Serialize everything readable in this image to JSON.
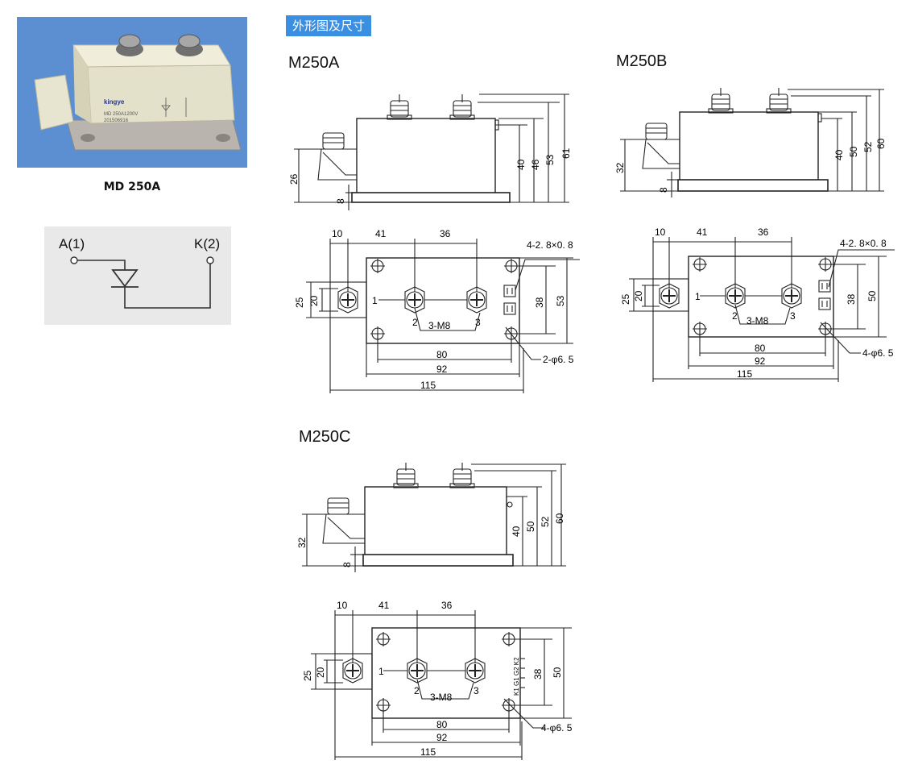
{
  "section": {
    "title": "外形图及尺寸"
  },
  "photo": {
    "caption": "MD 250A",
    "brand": "kingye",
    "part_text": "MD 250A1200V",
    "date_text": "201506916",
    "colors": {
      "background": "#5b8fd2",
      "housing": "#ecead6",
      "base": "#b9b4ad"
    }
  },
  "schematic": {
    "anode_label": "A(1)",
    "cathode_label": "K(2)"
  },
  "models": {
    "a": {
      "title": "M250A",
      "side": {
        "heights": [
          "40",
          "46",
          "53",
          "61"
        ],
        "left_h": "26",
        "base_h": "8"
      },
      "top": {
        "top_dims": [
          "10",
          "41",
          "36"
        ],
        "left_dims": [
          "25",
          "20"
        ],
        "right_dims": [
          "38",
          "53"
        ],
        "bottom_dims": [
          "80",
          "92",
          "115"
        ],
        "terminals": [
          "1",
          "2",
          "3"
        ],
        "screw_note": "3-M8",
        "tab_note": "4-2. 8×0. 8",
        "hole_note": "2-φ6. 5"
      }
    },
    "b": {
      "title": "M250B",
      "side": {
        "heights": [
          "40",
          "50",
          "52",
          "60"
        ],
        "left_h": "32",
        "base_h": "8"
      },
      "top": {
        "top_dims": [
          "10",
          "41",
          "36"
        ],
        "left_dims": [
          "25",
          "20"
        ],
        "right_dims": [
          "38",
          "50"
        ],
        "bottom_dims": [
          "80",
          "92",
          "115"
        ],
        "terminals": [
          "1",
          "2",
          "3"
        ],
        "screw_note": "3-M8",
        "tab_note": "4-2. 8×0. 8",
        "hole_note": "4-φ6. 5"
      }
    },
    "c": {
      "title": "M250C",
      "side": {
        "heights": [
          "40",
          "50",
          "52",
          "60"
        ],
        "left_h": "32",
        "base_h": "8"
      },
      "top": {
        "top_dims": [
          "10",
          "41",
          "36"
        ],
        "left_dims": [
          "25",
          "20"
        ],
        "right_dims": [
          "38",
          "50"
        ],
        "bottom_dims": [
          "80",
          "92",
          "115"
        ],
        "terminals": [
          "1",
          "2",
          "3"
        ],
        "screw_note": "3-M8",
        "pin_labels": "K1 G1   G2 K2",
        "hole_note": "4-φ6. 5"
      }
    }
  }
}
